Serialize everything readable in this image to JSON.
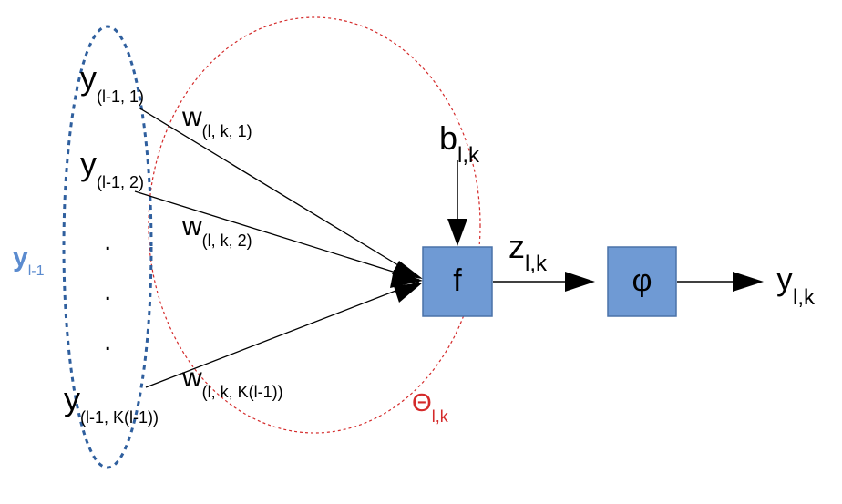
{
  "colors": {
    "box_fill": "#6f9ad4",
    "box_stroke": "#4a72a8",
    "layer_ellipse": "#2f5f9e",
    "theta_ellipse": "#d42a2a",
    "layer_label": "#5b8bcf",
    "theta_label": "#d42a2a"
  },
  "inputs": [
    {
      "base": "y",
      "sub": "(l-1, 1)"
    },
    {
      "base": "y",
      "sub": "(l-1, 2)"
    },
    {
      "base": "y",
      "sub": "(l-1, K(l-1))"
    }
  ],
  "weights": [
    {
      "base": "w",
      "sub": "(l, k, 1)"
    },
    {
      "base": "w",
      "sub": "(l, k, 2)"
    },
    {
      "base": "w",
      "sub": "(l, k, K(l-1))"
    }
  ],
  "ellipsis": [
    ".",
    ".",
    "."
  ],
  "layer_label": {
    "base": "y",
    "sub": "l-1"
  },
  "bias": {
    "base": "b",
    "sub": "l,k"
  },
  "theta": {
    "base": "Θ",
    "sub": "l,k"
  },
  "z": {
    "base": "z",
    "sub": "l,k"
  },
  "output": {
    "base": "y",
    "sub": "l,k"
  },
  "f_box": {
    "label": "f"
  },
  "phi_box": {
    "label": "φ"
  }
}
